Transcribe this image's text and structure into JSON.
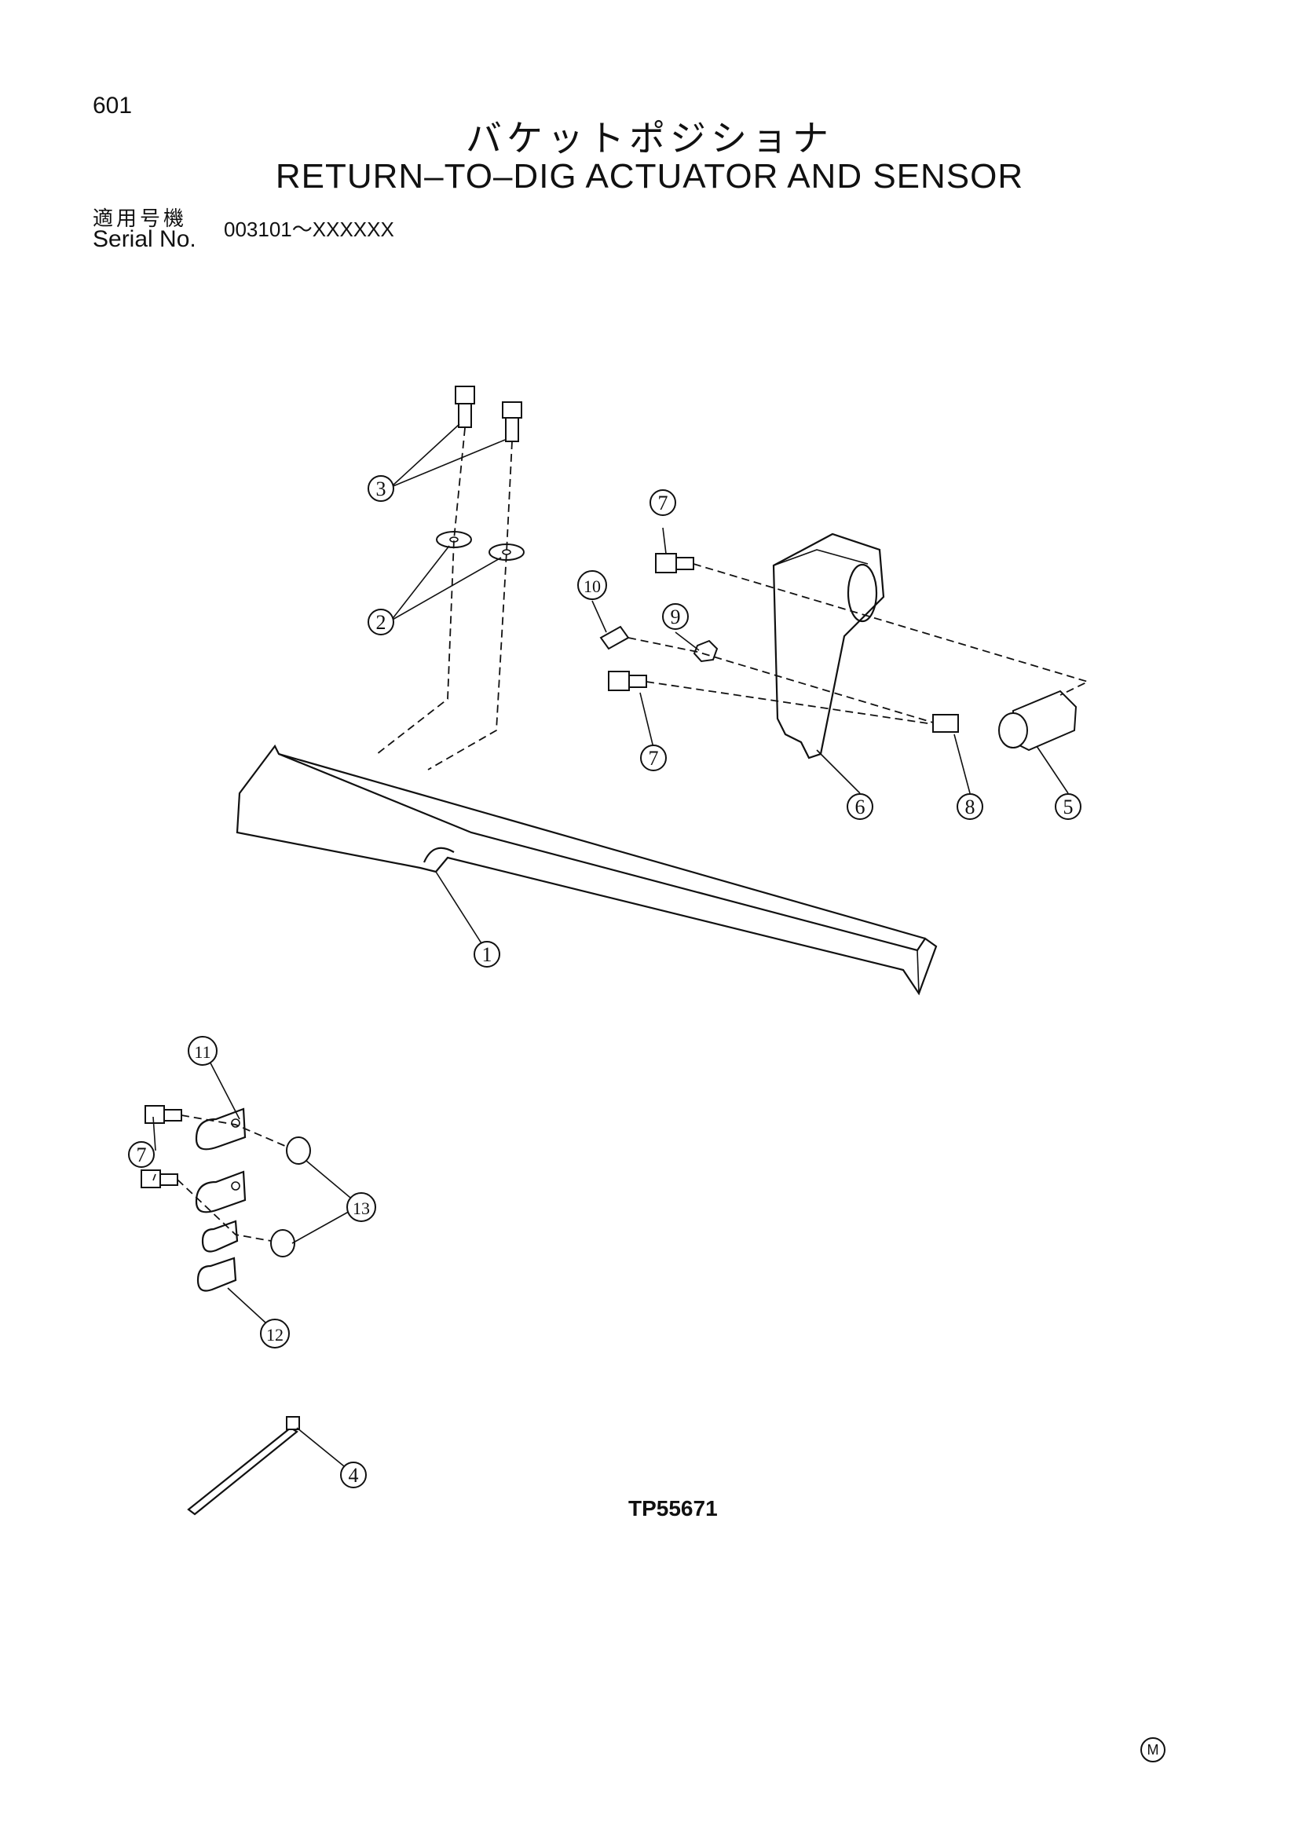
{
  "page_number": "601",
  "title_jp": "バケットポジショナ",
  "title_en": "RETURN–TO–DIG ACTUATOR AND SENSOR",
  "serial": {
    "label_jp": "適用号機",
    "label_en": "Serial No.",
    "value": "003101～XXXXXX"
  },
  "figure_id": "TP55671",
  "corner_mark": "M",
  "callouts": [
    "1",
    "2",
    "3",
    "4",
    "5",
    "6",
    "7",
    "8",
    "9",
    "10",
    "11",
    "12",
    "13"
  ]
}
